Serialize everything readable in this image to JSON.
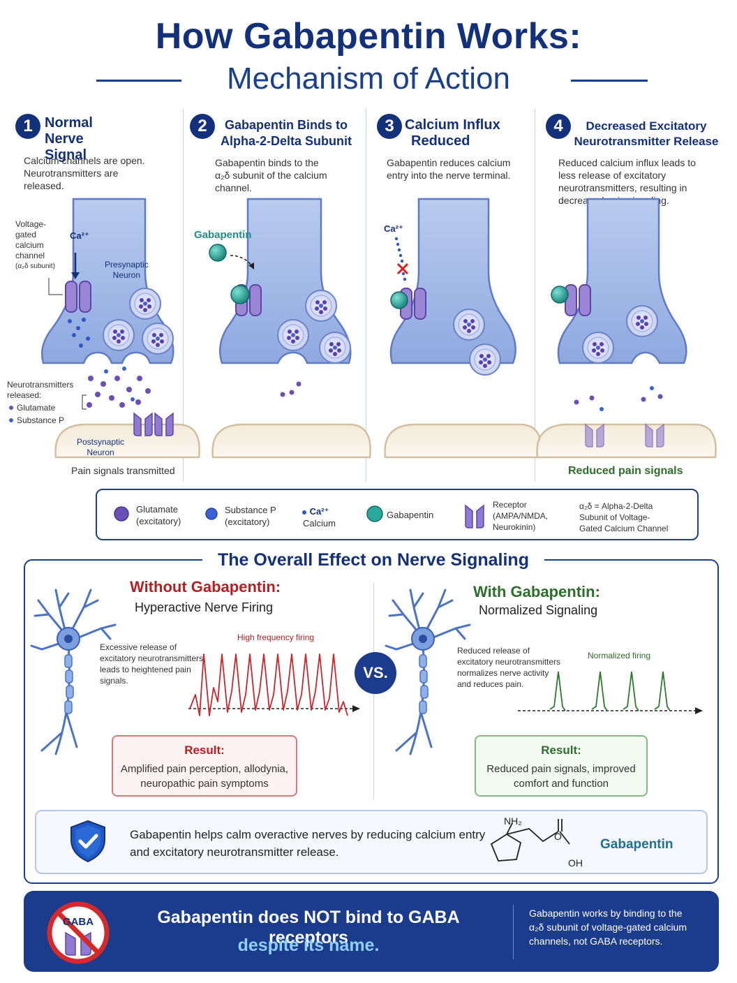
{
  "header": {
    "title": "How Gabapentin Works:",
    "subtitle": "Mechanism of Action"
  },
  "steps": [
    {
      "num": "1",
      "title_line1": "Normal",
      "title_line2": "Nerve Signal",
      "desc": [
        "Calcium channels are open.",
        "Neurotransmitters are",
        "released."
      ]
    },
    {
      "num": "2",
      "title_line1": "Gabapentin Binds to",
      "title_line2": "Alpha-2-Delta Subunit",
      "desc": [
        "Gabapentin binds to the",
        "α₂δ subunit of the calcium",
        "channel."
      ]
    },
    {
      "num": "3",
      "title_line1": "Calcium Influx",
      "title_line2": "Reduced",
      "desc": [
        "Gabapentin reduces calcium",
        "entry into the nerve terminal."
      ]
    },
    {
      "num": "4",
      "title_line1": "Decreased Excitatory",
      "title_line2": "Neurotransmitter Release",
      "desc": [
        "Reduced calcium influx leads to",
        "less release of excitatory",
        "neurotransmitters, resulting in",
        "decreased pain signaling."
      ]
    }
  ],
  "panel1": {
    "channel_label": [
      "Voltage-",
      "gated",
      "calcium",
      "channel",
      "(α₂δ subunit)"
    ],
    "ca_label": "Ca²⁺",
    "presynaptic": [
      "Presynaptic",
      "Neuron"
    ],
    "released_label": [
      "Neurotransmitters",
      "released:"
    ],
    "glutamate": "Glutamate",
    "substance_p": "Substance P",
    "postsynaptic": [
      "Postsynaptic",
      "Neuron"
    ],
    "caption": "Pain signals transmitted"
  },
  "panel2": {
    "gabapentin_label": "Gabapentin"
  },
  "panel3": {
    "ca_label": "Ca²⁺"
  },
  "panel4": {
    "caption": "Reduced pain signals"
  },
  "legend": {
    "glutamate": [
      "Glutamate",
      "(excitatory)"
    ],
    "substance_p": [
      "Substance P",
      "(excitatory)"
    ],
    "calcium": [
      "Ca²⁺",
      "Calcium"
    ],
    "gabapentin": "Gabapentin",
    "receptor": [
      "Receptor",
      "(AMPA/NMDA,",
      "Neurokinin)"
    ],
    "a2d": [
      "α₂δ = Alpha-2-Delta",
      "Subunit of Voltage-",
      "Gated Calcium Channel"
    ]
  },
  "effect": {
    "heading": "The Overall Effect on Nerve Signaling",
    "without": {
      "title": "Without Gabapentin:",
      "subtitle": "Hyperactive Nerve Firing",
      "desc": [
        "Excessive release of",
        "excitatory neurotransmitters",
        "leads to heightened pain",
        "signals."
      ],
      "chart_label": "High frequency firing",
      "result_title": "Result:",
      "result_text": [
        "Amplified pain perception, allodynia,",
        "neuropathic pain symptoms"
      ]
    },
    "vs": "VS.",
    "with": {
      "title": "With Gabapentin:",
      "subtitle": "Normalized Signaling",
      "desc": [
        "Reduced release of",
        "excitatory neurotransmitters",
        "normalizes nerve activity",
        "and reduces pain."
      ],
      "chart_label": "Normalized firing",
      "result_title": "Result:",
      "result_text": [
        "Reduced pain signals, improved",
        "comfort and function"
      ]
    },
    "summary": [
      "Gabapentin helps calm overactive nerves by reducing calcium entry",
      "and excitatory neurotransmitter release."
    ],
    "molecule": {
      "nh2": "NH₂",
      "o": "O",
      "oh": "OH",
      "name": "Gabapentin"
    }
  },
  "banner": {
    "gaba_badge": "GABA",
    "line1": "Gabapentin does NOT bind to GABA receptors",
    "line2": "despite its name.",
    "note": [
      "Gabapentin works by binding to the",
      "α₂δ subunit of voltage-gated calcium",
      "channels, not GABA receptors."
    ]
  },
  "colors": {
    "navy": "#13317a",
    "red": "#b32024",
    "green": "#2c6e2a",
    "teal": "#1f8f87",
    "purple": "#6a4fb8"
  }
}
